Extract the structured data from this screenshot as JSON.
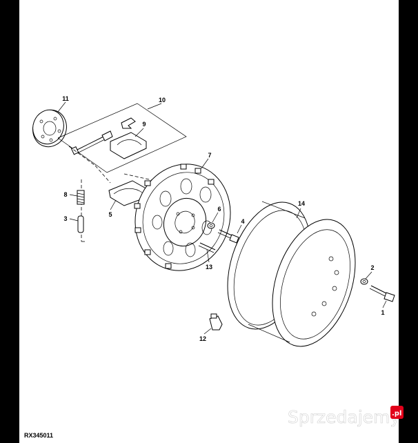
{
  "diagram": {
    "reference_code": "RX345011",
    "part_numbers": [
      "1",
      "2",
      "3",
      "4",
      "5",
      "6",
      "7",
      "8",
      "9",
      "10",
      "11",
      "12",
      "13",
      "14"
    ]
  },
  "watermark": {
    "text": "Sprzedajemy",
    "suffix": ".pl",
    "badge_color": "#e2001a"
  },
  "colors": {
    "background": "#000000",
    "panel": "#ffffff",
    "ink": "#000000"
  }
}
